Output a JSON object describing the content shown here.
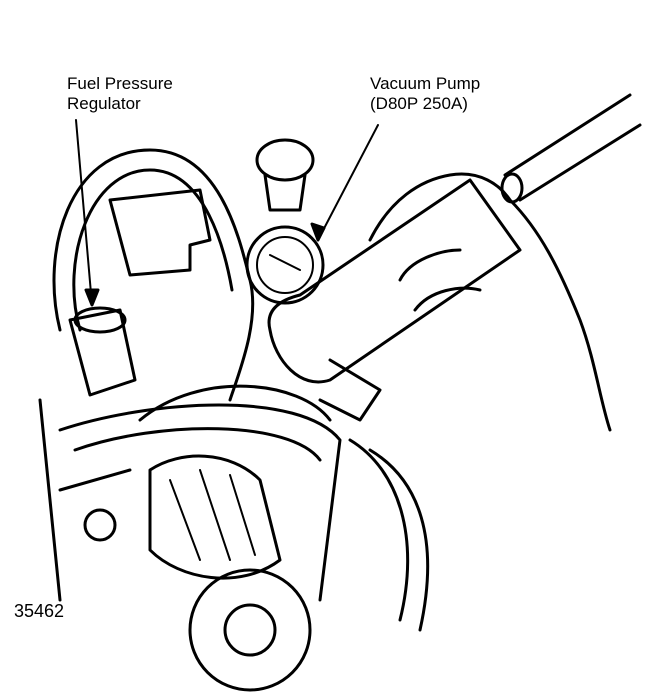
{
  "labels": {
    "fuel_pressure_regulator": [
      "Fuel Pressure",
      "Regulator"
    ],
    "vacuum_pump": [
      "Vacuum Pump",
      "(D80P 250A)"
    ]
  },
  "figure_number": "35462"
}
